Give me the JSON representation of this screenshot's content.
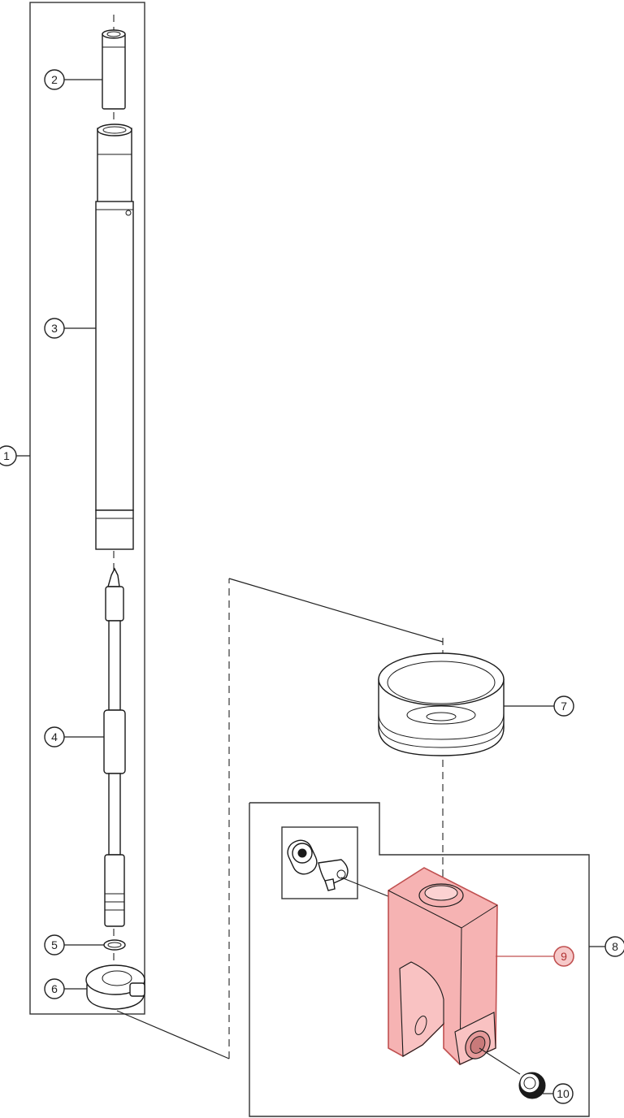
{
  "callouts": [
    {
      "id": "1",
      "label": "1",
      "highlight": false
    },
    {
      "id": "2",
      "label": "2",
      "highlight": false
    },
    {
      "id": "3",
      "label": "3",
      "highlight": false
    },
    {
      "id": "4",
      "label": "4",
      "highlight": false
    },
    {
      "id": "5",
      "label": "5",
      "highlight": false
    },
    {
      "id": "6",
      "label": "6",
      "highlight": false
    },
    {
      "id": "7",
      "label": "7",
      "highlight": false
    },
    {
      "id": "8",
      "label": "8",
      "highlight": false
    },
    {
      "id": "9",
      "label": "9",
      "highlight": true
    },
    {
      "id": "10",
      "label": "10",
      "highlight": false
    }
  ],
  "colors": {
    "highlight_fill": "#f6b3b3",
    "highlight_stroke": "#c05050",
    "line": "#1a1a1a"
  }
}
